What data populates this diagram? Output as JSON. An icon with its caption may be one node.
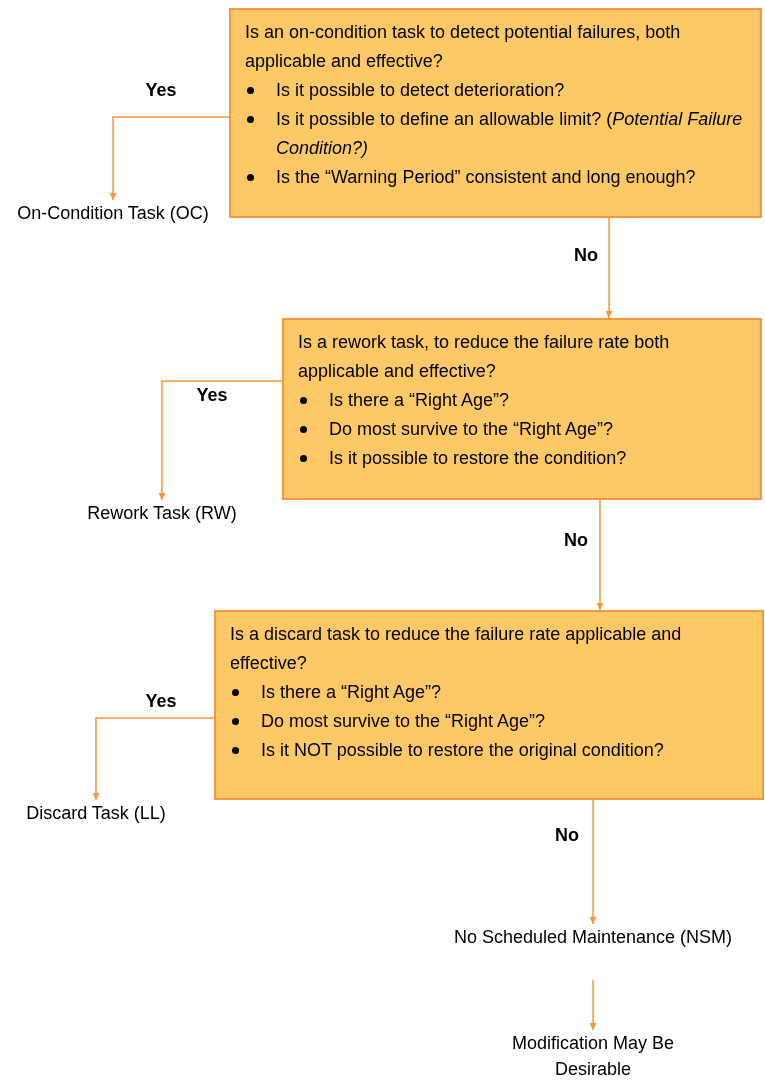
{
  "diagram": {
    "nodes": [
      {
        "text": [
          "Is an on-condition task to detect potential failures, both applicable and effective?",
          "Is it possible to detect deterioration?",
          "Is it possible to define an allowable limit? (*Potential Failure Condition?)*",
          "Is the “Warning Period” consistent and long enough?"
        ]
      },
      {
        "text": [
          "On-Condition Task (OC)"
        ]
      },
      {
        "text": [
          "Is a rework task, to reduce the failure rate both applicable and effective?",
          "Is there a “Right Age”?",
          "Do most survive to the “Right Age”?",
          "Is it possible to restore the condition?"
        ]
      },
      {
        "text": [
          "Rework Task (RW)"
        ]
      },
      {
        "text": [
          "Is a discard task to reduce the failure rate applicable and effective?",
          "Is there a “Right Age”?",
          "Do most survive to the “Right Age”?",
          "Is it NOT possible to restore the original condition?"
        ]
      },
      {
        "text": [
          "Discard Task (LL)"
        ]
      },
      {
        "text": [
          "No Scheduled Maintenance (NSM)"
        ]
      },
      {
        "text": [
          "Modification May Be Desirable"
        ]
      }
    ],
    "edges": [
      {
        "from": 0,
        "to": 1,
        "arrow": "to",
        "label": "Yes"
      },
      {
        "from": 0,
        "to": 2,
        "arrow": "to",
        "label": "No"
      },
      {
        "from": 2,
        "to": 3,
        "arrow": "to",
        "label": "Yes"
      },
      {
        "from": 2,
        "to": 4,
        "arrow": "to",
        "label": "No"
      },
      {
        "from": 4,
        "to": 5,
        "arrow": "to",
        "label": "Yes"
      },
      {
        "from": 4,
        "to": 6,
        "arrow": "to",
        "label": "No"
      },
      {
        "from": 6,
        "to": 7,
        "arrow": "to"
      }
    ]
  }
}
